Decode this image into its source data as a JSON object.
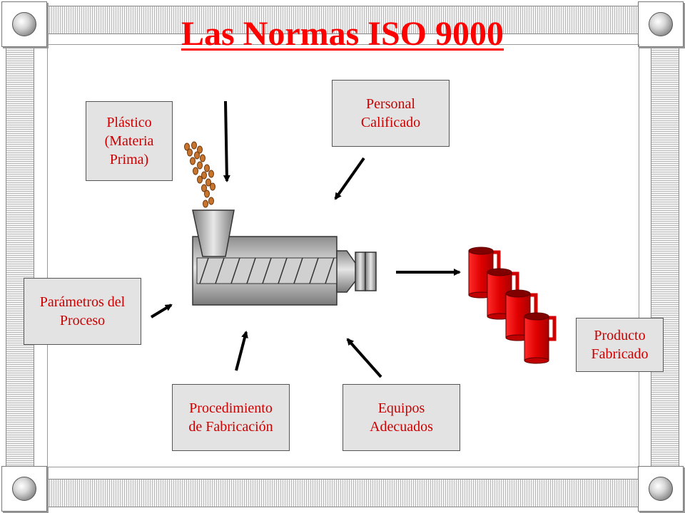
{
  "title": "Las Normas ISO 9000",
  "boxes": {
    "plastico": "Plástico\n(Materia\nPrima)",
    "personal": "Personal\nCalificado",
    "parametros": "Parámetros del\nProceso",
    "procedimiento": "Procedimiento\nde Fabricación",
    "equipos": "Equipos\nAdecuados",
    "producto": "Producto\nFabricado"
  },
  "colors": {
    "title": "#ff0000",
    "box_text": "#cc0000",
    "box_fill": "#e3e3e3",
    "mug": "#e00000",
    "pellet": "#c8742c"
  }
}
